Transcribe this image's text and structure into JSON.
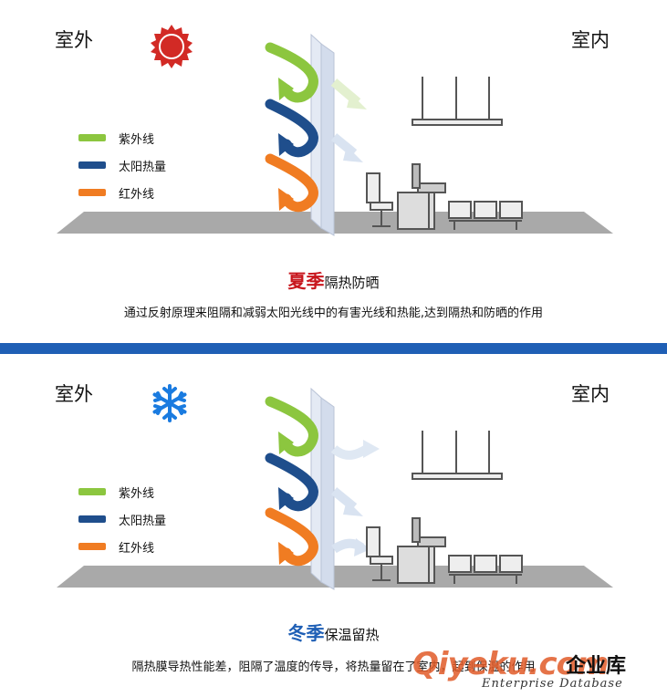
{
  "summer": {
    "outside_label": "室外",
    "inside_label": "室内",
    "season_icon": "sun-icon",
    "legend": [
      {
        "label": "紫外线",
        "color": "#8cc63f"
      },
      {
        "label": "太阳热量",
        "color": "#1f4e8c"
      },
      {
        "label": "红外线",
        "color": "#f07c22"
      }
    ],
    "title_main": "夏季",
    "title_sub": "隔热防晒",
    "title_color": "#c8161d",
    "description": "通过反射原理来阻隔和减弱太阳光线中的有害光线和热能,达到隔热和防晒的作用"
  },
  "winter": {
    "outside_label": "室外",
    "inside_label": "室内",
    "season_icon": "snowflake-icon",
    "legend": [
      {
        "label": "紫外线",
        "color": "#8cc63f"
      },
      {
        "label": "太阳热量",
        "color": "#1f4e8c"
      },
      {
        "label": "红外线",
        "color": "#f07c22"
      }
    ],
    "title_main": "冬季",
    "title_sub": "保温留热",
    "title_color": "#1f5fb5",
    "description": "隔热膜导热性能差，阻隔了温度的传导，将热量留在了室内，起到保温的作用"
  },
  "watermark": {
    "logo": "Qiyeku.com",
    "cn": "企业库",
    "en": "Enterprise Database"
  },
  "colors": {
    "divider": "#1f5fb5",
    "floor": "#a9a9a9",
    "glass": "#dfe6f2"
  }
}
